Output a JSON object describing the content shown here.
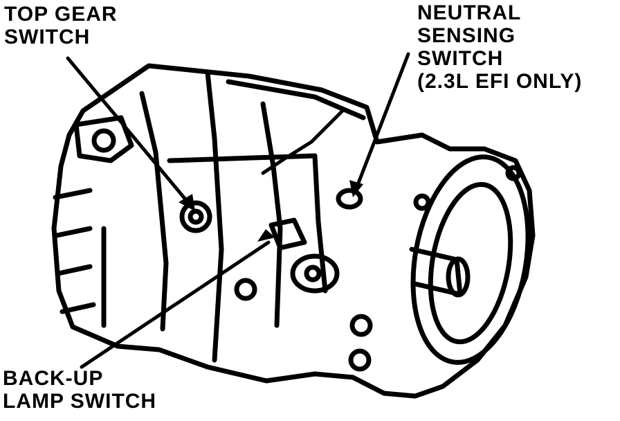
{
  "labels": {
    "top_gear": [
      "TOP GEAR",
      "SWITCH"
    ],
    "neutral": [
      "NEUTRAL",
      "SENSING",
      "SWITCH",
      "(2.3L EFI ONLY)"
    ],
    "backup": [
      "BACK-UP",
      "LAMP SWITCH"
    ]
  },
  "colors": {
    "ink": "#000000",
    "paper": "#ffffff"
  }
}
